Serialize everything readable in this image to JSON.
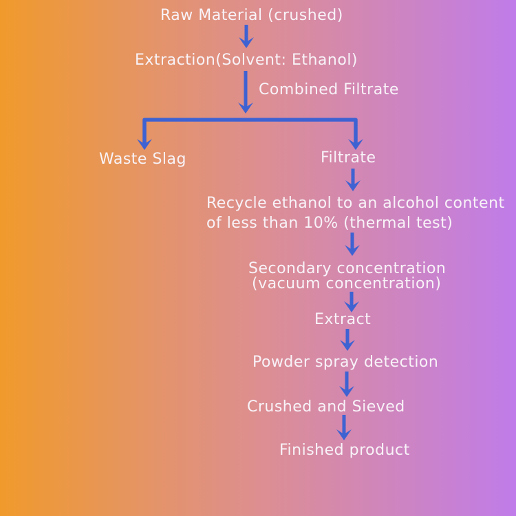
{
  "background": {
    "gradient_left_color": "#f09a2c",
    "gradient_middle_color": "#dc8e94",
    "gradient_right_color": "#c07ce9"
  },
  "style": {
    "arrow_color": "#3e62d2",
    "text_color": "#f8f3f8"
  },
  "flowchart": {
    "nodes": {
      "raw_material": "Raw Material (crushed)",
      "extraction": "Extraction(Solvent: Ethanol)",
      "combined_filtrate": "Combined Filtrate",
      "waste_slag": "Waste Slag",
      "filtrate": "Filtrate",
      "recycle_line1": "Recycle ethanol to an alcohol content",
      "recycle_line2": "of less than 10% (thermal test)",
      "secondary_line1": "Secondary concentration",
      "secondary_line2": "(vacuum concentration)",
      "extract": "Extract",
      "powder_spray": "Powder spray detection",
      "crushed_sieved": "Crushed and Sieved",
      "finished_product": "Finished product"
    }
  }
}
